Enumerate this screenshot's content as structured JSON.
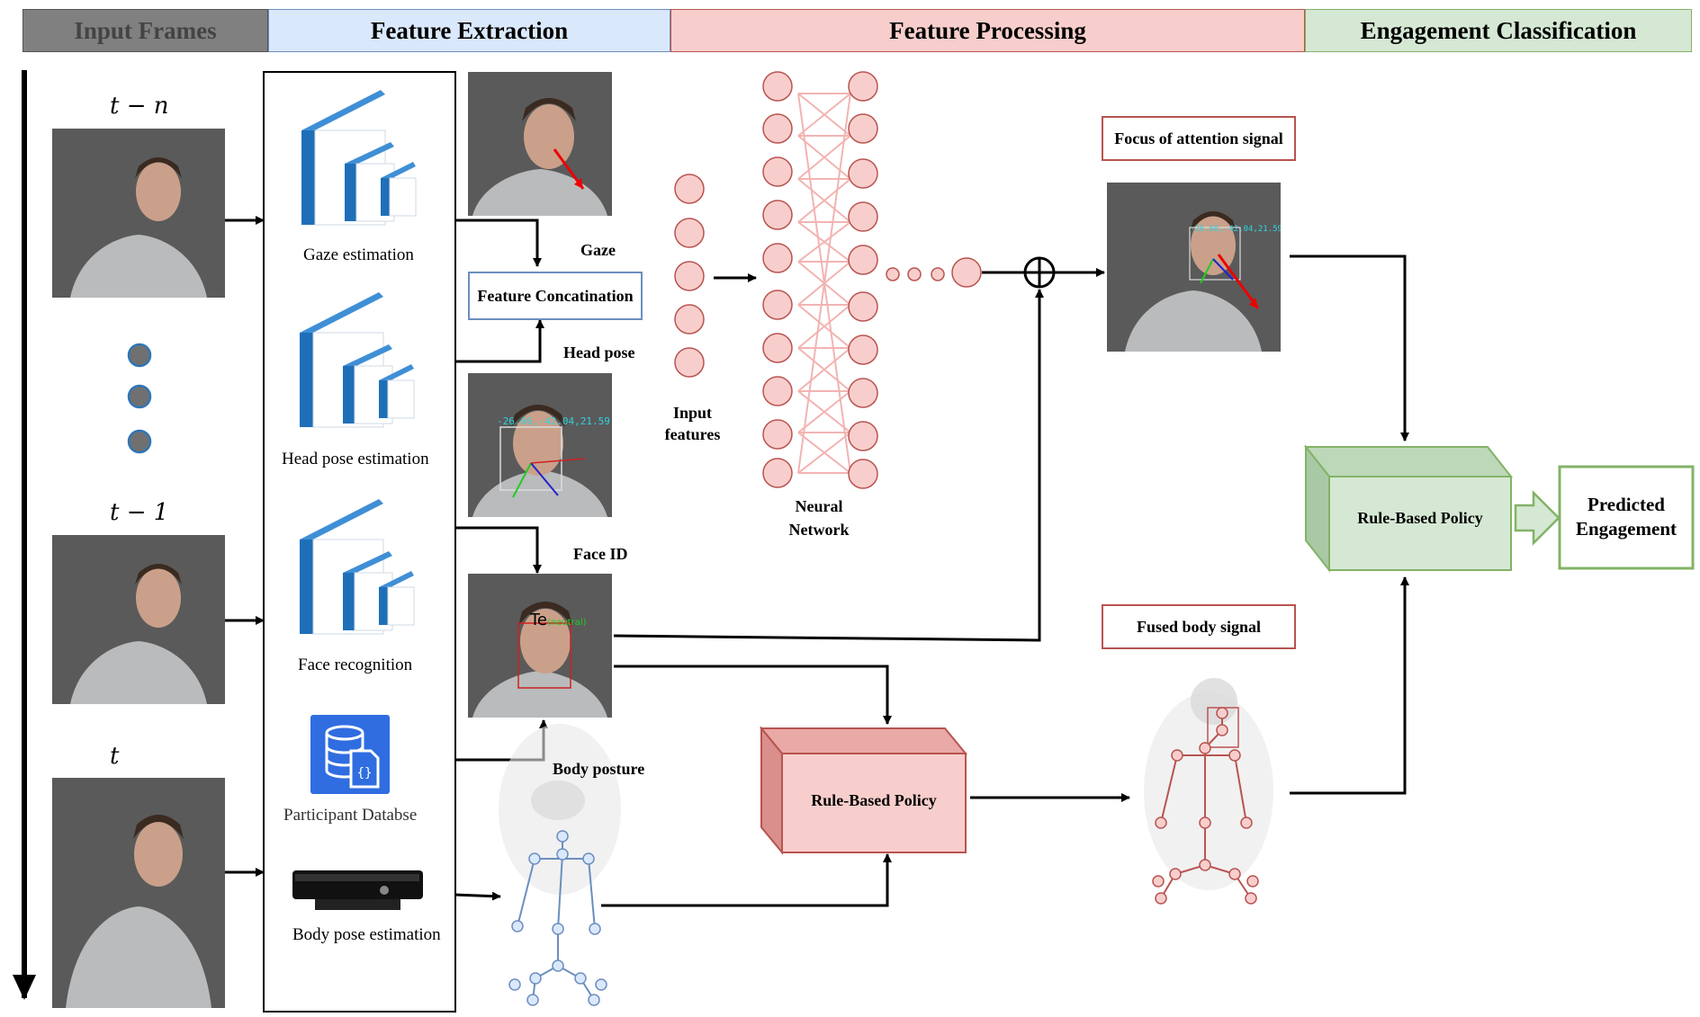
{
  "headers": {
    "input_frames": "Input Frames",
    "feature_extraction": "Feature Extraction",
    "feature_processing": "Feature Processing",
    "engagement_classification": "Engagement Classification"
  },
  "time_labels": {
    "t_minus_n": "t − n",
    "t_minus_1": "t − 1",
    "t": "t"
  },
  "extractors": {
    "gaze": "Gaze estimation",
    "head_pose": "Head pose estimation",
    "face_recognition": "Face recognition",
    "participant_db": "Participant Databse",
    "body_pose": "Body pose estimation"
  },
  "feature_labels": {
    "gaze": "Gaze",
    "head_pose": "Head pose",
    "face_id": "Face ID",
    "body_posture": "Body posture",
    "feature_concat": "Feature Concatination"
  },
  "overlay_text": {
    "headpose_angles": "-26.66,-42.04,21.59",
    "face_id_tag": "Te",
    "face_id_suffix": "(neutral)"
  },
  "neural": {
    "input_features": "Input features",
    "network": "Neural Network"
  },
  "signals": {
    "focus": "Focus of attention signal",
    "fused": "Fused body signal"
  },
  "policy": {
    "middle": "Rule-Based Policy",
    "right": "Rule-Based Policy"
  },
  "output": {
    "predicted": "Predicted Engagement"
  },
  "colors": {
    "gray_header": "#808080",
    "blue_header": "#dae8fc",
    "red_header": "#f8cecc",
    "green_header": "#d5e8d4",
    "red_border": "#b85450",
    "blue_border": "#6c8ebf",
    "green_border": "#82b366"
  }
}
